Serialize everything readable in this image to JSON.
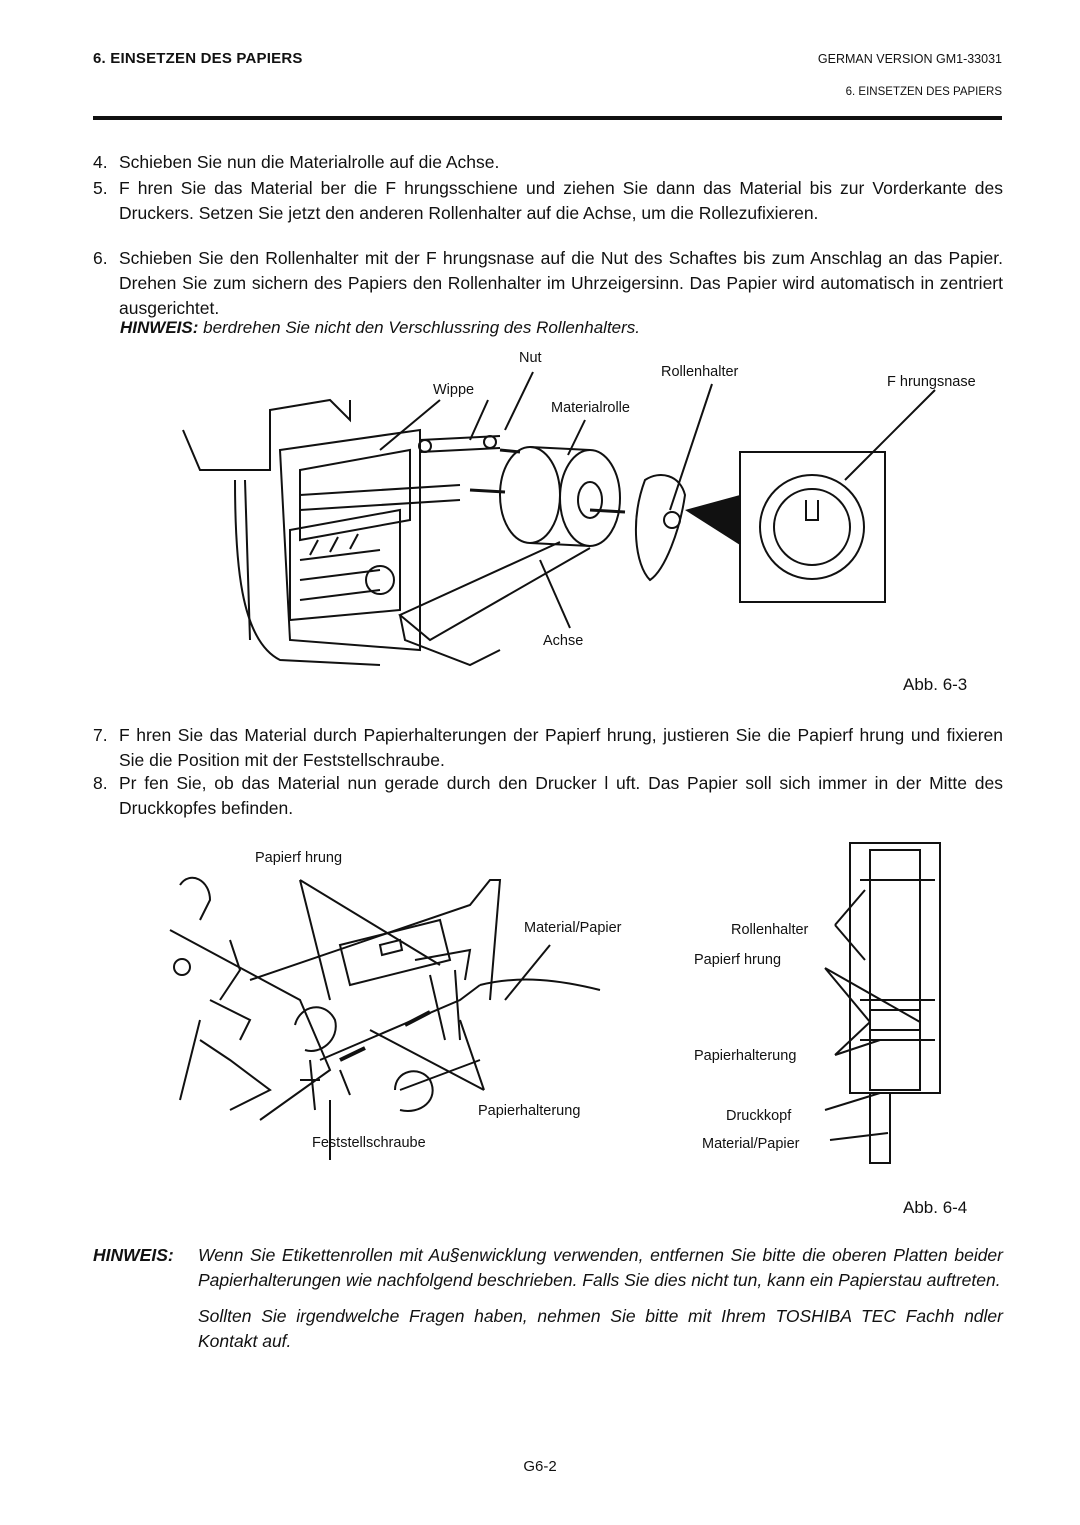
{
  "header": {
    "section_title": "6. EINSETZEN DES PAPIERS",
    "doc_version": "GERMAN VERSION GM1-33031",
    "running_head": "6. EINSETZEN DES PAPIERS"
  },
  "steps_a": [
    {
      "num": "4.",
      "text": "Schieben Sie nun die Materialrolle auf die Achse."
    },
    {
      "num": "5.",
      "text": "F hren Sie das Material  ber die F hrungsschiene und ziehen Sie dann das Material bis zur Vorderkante des Druckers.  Setzen Sie jetzt den anderen Rollenhalter auf die Achse, um die Rollezufixieren."
    },
    {
      "num": "6.",
      "text": "Schieben Sie den Rollenhalter mit der F hrungsnase auf die Nut des Schaftes bis zum Anschlag an das Papier.  Drehen Sie zum sichern des Papiers den Rollenhalter im Uhrzeigersinn.  Das Papier wird automatisch in zentriert ausgerichtet."
    }
  ],
  "note1": {
    "keyword": "HINWEIS:",
    "text": "  berdrehen Sie nicht den Verschlussring des Rollenhalters."
  },
  "figure1": {
    "labels": {
      "nut": "Nut",
      "rollenhalter": "Rollenhalter",
      "fuhrungsnase": "F hrungsnase",
      "wippe": "Wippe",
      "materialrolle": "Materialrolle",
      "achse": "Achse"
    },
    "caption": "Abb. 6-3"
  },
  "steps_b": [
    {
      "num": "7.",
      "text": "F hren Sie das Material durch Papierhalterungen der Papierf hrung, justieren Sie die Papierf hrung und fixieren Sie die Position mit der Feststellschraube."
    },
    {
      "num": "8.",
      "text": "Pr fen Sie, ob das Material nun gerade durch den Drucker l uft.  Das Papier soll sich immer in der Mitte des Druckkopfes befinden."
    }
  ],
  "figure2": {
    "labels": {
      "papierfuhrung": "Papierf hrung",
      "material_papier": "Material/Papier",
      "papierhalterung": "Papierhalterung",
      "feststellschraube": "Feststellschraube"
    },
    "side_labels": {
      "rollenhalter": "Rollenhalter",
      "papierfuhrung": "Papierf hrung",
      "papierhalterung": "Papierhalterung",
      "druckkopf": "Druckkopf",
      "material_papier": "Material/Papier"
    },
    "caption": "Abb. 6-4"
  },
  "note2": {
    "keyword": "HINWEIS:",
    "para1": "Wenn Sie Etikettenrollen mit Au§enwicklung verwenden, entfernen Sie bitte die oberen Platten beider Papierhalterungen wie nachfolgend beschrieben.  Falls Sie dies nicht tun, kann ein Papierstau auftreten.",
    "para2": "Sollten Sie irgendwelche Fragen haben, nehmen Sie bitte mit Ihrem TOSHIBA TEC Fachh ndler Kontakt auf."
  },
  "footer": {
    "page": "G6-2"
  }
}
